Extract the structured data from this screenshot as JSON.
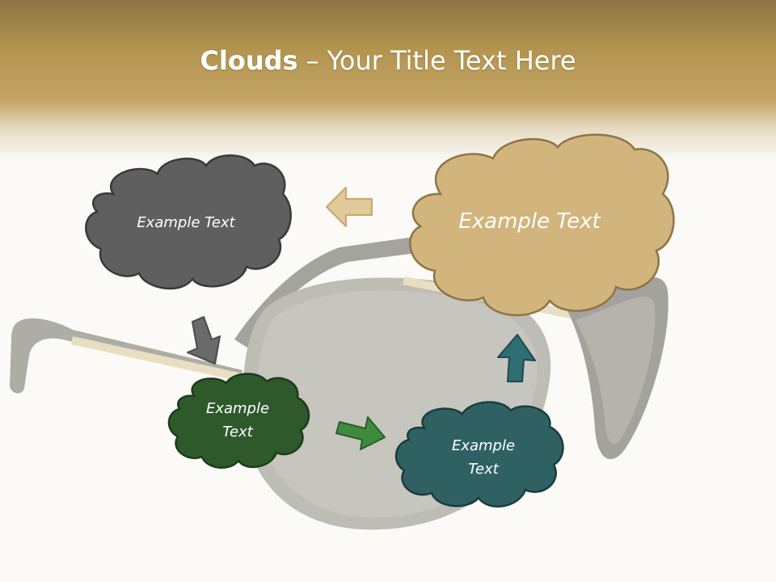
{
  "slide": {
    "title_bold": "Clouds",
    "title_sep": "–",
    "title_rest": "Your Title Text Here"
  },
  "clouds": [
    {
      "id": "gray",
      "text": "Example Text",
      "fill": "#5f5f5f",
      "stroke": "#3a3a3a"
    },
    {
      "id": "tan",
      "text": "Example Text",
      "fill": "#d2b47d",
      "stroke": "#8e7447"
    },
    {
      "id": "green",
      "text": "Example Text",
      "fill": "#2e5a2b",
      "stroke": "#1f3a1c"
    },
    {
      "id": "teal",
      "text": "Example Text",
      "fill": "#2f6163",
      "stroke": "#1b3c3e"
    }
  ],
  "arrows": [
    {
      "id": "left",
      "fill": "#e2c99a",
      "stroke": "#c9a66a"
    },
    {
      "id": "down",
      "fill": "#6a6a6a",
      "stroke": "#4a4a4a"
    },
    {
      "id": "right",
      "fill": "#3f8a3f",
      "stroke": "#2b5d2b"
    },
    {
      "id": "up",
      "fill": "#2f6e72",
      "stroke": "#1f4b4e"
    }
  ]
}
